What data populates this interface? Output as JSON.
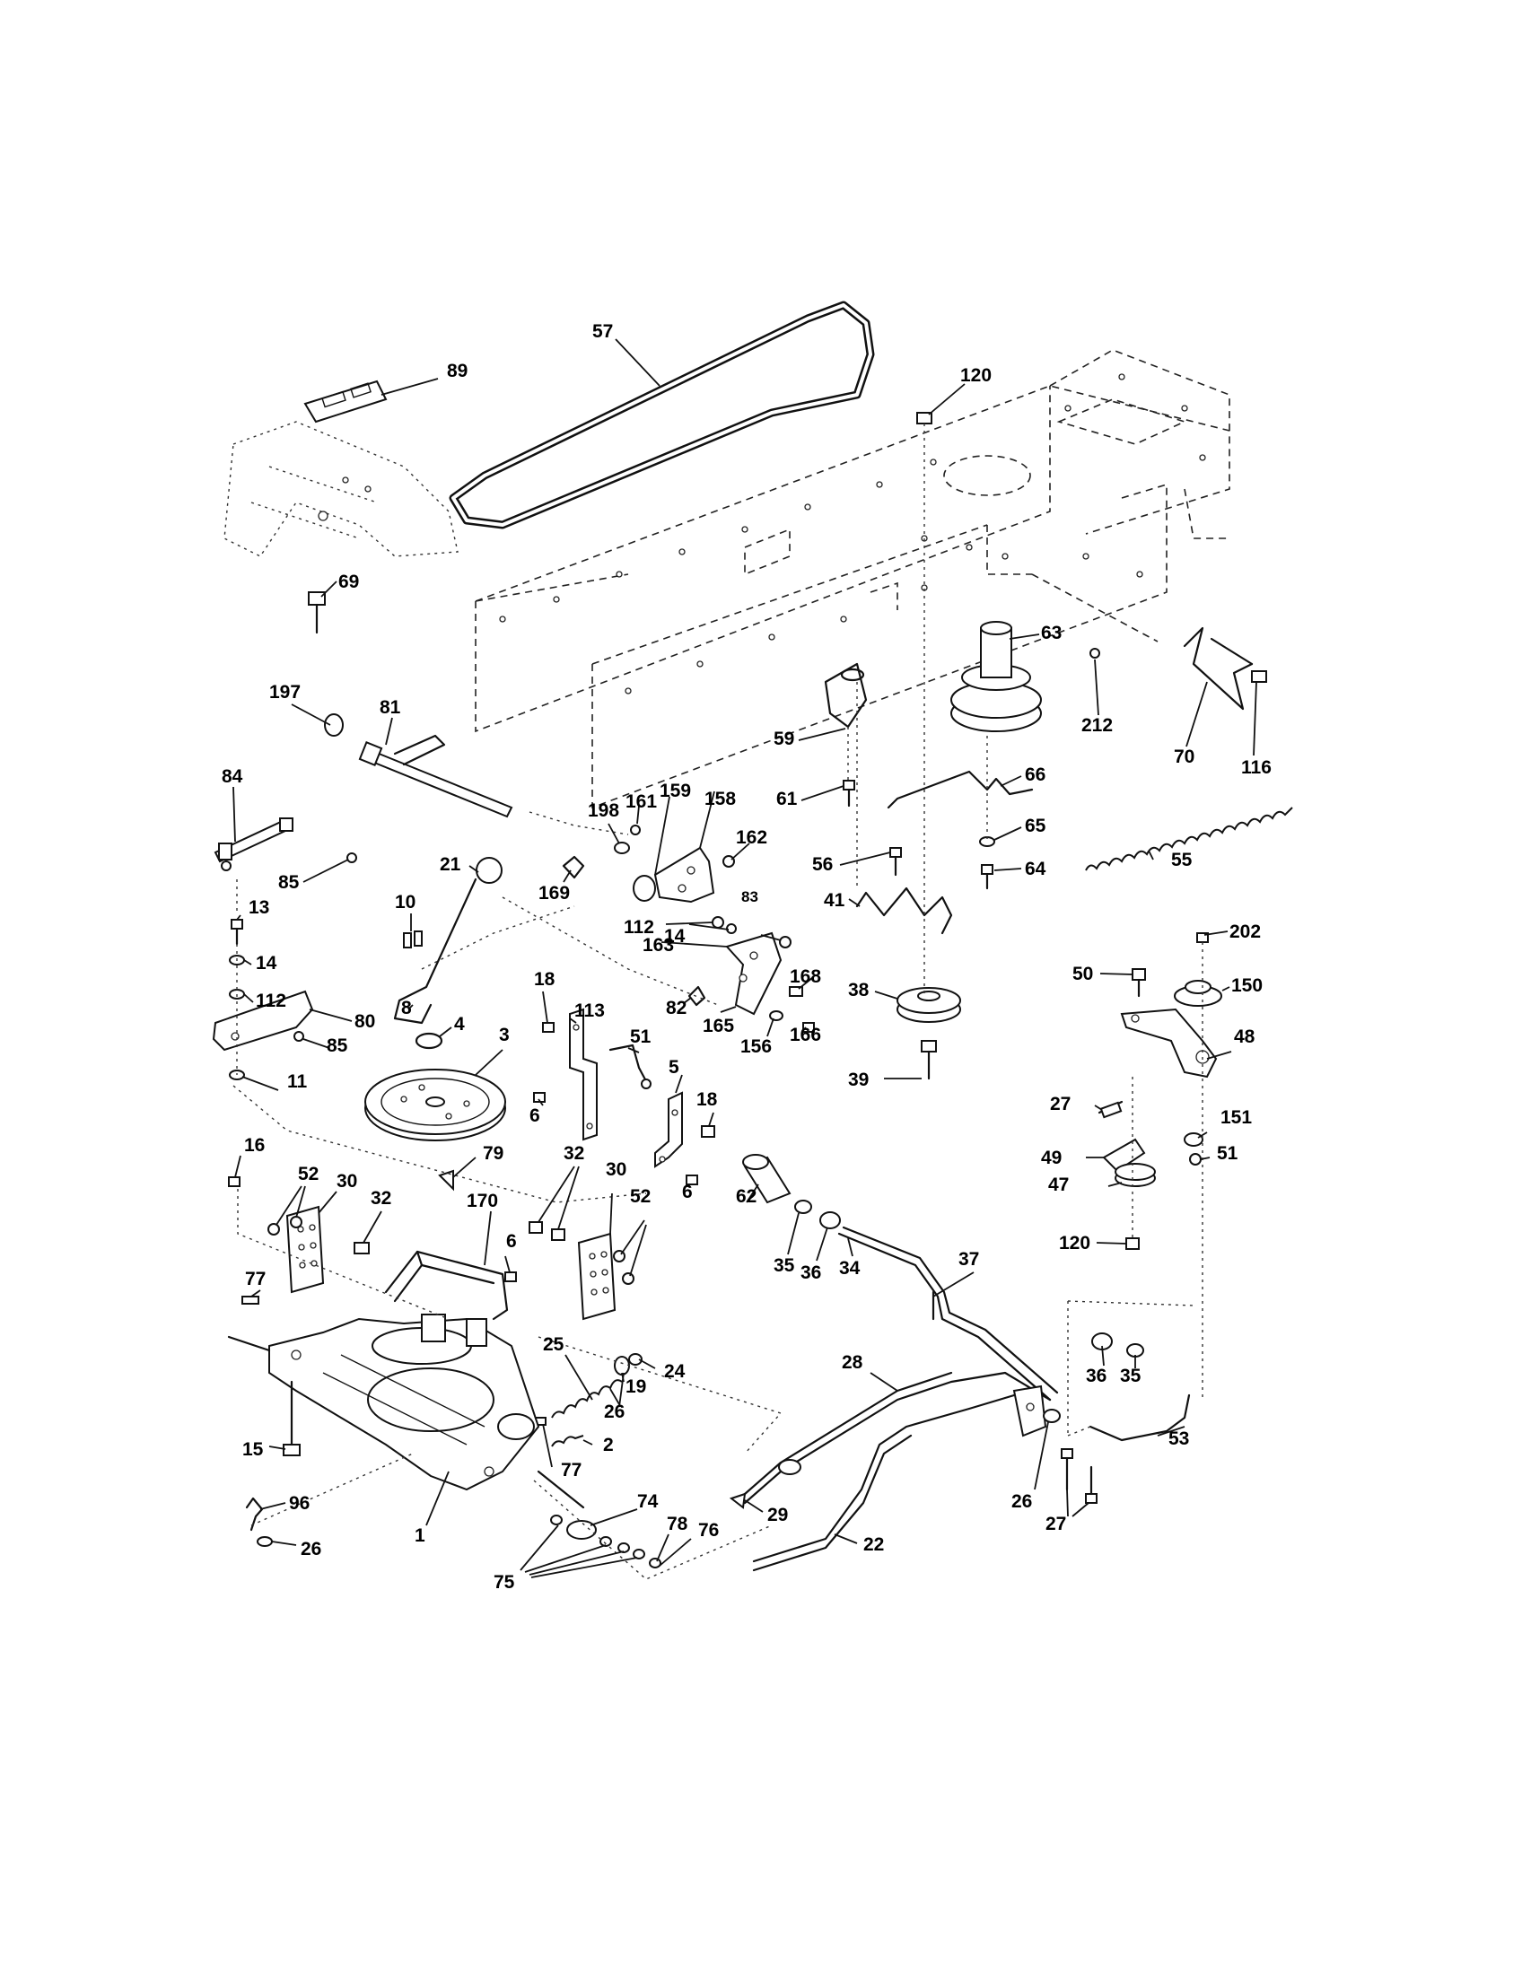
{
  "diagram": {
    "callouts": [
      {
        "id": "c57",
        "text": "57"
      },
      {
        "id": "c89",
        "text": "89"
      },
      {
        "id": "c120a",
        "text": "120"
      },
      {
        "id": "c69",
        "text": "69"
      },
      {
        "id": "c63",
        "text": "63"
      },
      {
        "id": "c212",
        "text": "212"
      },
      {
        "id": "c70",
        "text": "70"
      },
      {
        "id": "c116",
        "text": "116"
      },
      {
        "id": "c197",
        "text": "197"
      },
      {
        "id": "c81",
        "text": "81"
      },
      {
        "id": "c59",
        "text": "59"
      },
      {
        "id": "c61",
        "text": "61"
      },
      {
        "id": "c66",
        "text": "66"
      },
      {
        "id": "c65",
        "text": "65"
      },
      {
        "id": "c55",
        "text": "55"
      },
      {
        "id": "c64",
        "text": "64"
      },
      {
        "id": "c84",
        "text": "84"
      },
      {
        "id": "c198",
        "text": "198"
      },
      {
        "id": "c161",
        "text": "161"
      },
      {
        "id": "c159",
        "text": "159"
      },
      {
        "id": "c158",
        "text": "158"
      },
      {
        "id": "c162",
        "text": "162"
      },
      {
        "id": "c56",
        "text": "56"
      },
      {
        "id": "c85a",
        "text": "85"
      },
      {
        "id": "c21",
        "text": "21"
      },
      {
        "id": "c169",
        "text": "169"
      },
      {
        "id": "c112a",
        "text": "112"
      },
      {
        "id": "c83",
        "text": "83"
      },
      {
        "id": "c41",
        "text": "41"
      },
      {
        "id": "c14a",
        "text": "14"
      },
      {
        "id": "c10",
        "text": "10"
      },
      {
        "id": "c13",
        "text": "13"
      },
      {
        "id": "c163",
        "text": "163"
      },
      {
        "id": "c202",
        "text": "202"
      },
      {
        "id": "c14b",
        "text": "14"
      },
      {
        "id": "c168",
        "text": "168"
      },
      {
        "id": "c112b",
        "text": "112"
      },
      {
        "id": "c50",
        "text": "50"
      },
      {
        "id": "c150",
        "text": "150"
      },
      {
        "id": "c18a",
        "text": "18"
      },
      {
        "id": "c113",
        "text": "113"
      },
      {
        "id": "c38",
        "text": "38"
      },
      {
        "id": "c8",
        "text": "8"
      },
      {
        "id": "c82",
        "text": "82"
      },
      {
        "id": "c80",
        "text": "80"
      },
      {
        "id": "c4",
        "text": "4"
      },
      {
        "id": "c165",
        "text": "165"
      },
      {
        "id": "c166",
        "text": "166"
      },
      {
        "id": "c48",
        "text": "48"
      },
      {
        "id": "c51a",
        "text": "51"
      },
      {
        "id": "c156",
        "text": "156"
      },
      {
        "id": "c85b",
        "text": "85"
      },
      {
        "id": "c3",
        "text": "3"
      },
      {
        "id": "c39",
        "text": "39"
      },
      {
        "id": "c5",
        "text": "5"
      },
      {
        "id": "c11",
        "text": "11"
      },
      {
        "id": "c27a",
        "text": "27"
      },
      {
        "id": "c18b",
        "text": "18"
      },
      {
        "id": "c6a",
        "text": "6"
      },
      {
        "id": "c151",
        "text": "151"
      },
      {
        "id": "c16",
        "text": "16"
      },
      {
        "id": "c79",
        "text": "79"
      },
      {
        "id": "c49",
        "text": "49"
      },
      {
        "id": "c51b",
        "text": "51"
      },
      {
        "id": "c32a",
        "text": "32"
      },
      {
        "id": "c52a",
        "text": "52"
      },
      {
        "id": "c30a",
        "text": "30"
      },
      {
        "id": "c30b",
        "text": "30"
      },
      {
        "id": "c47",
        "text": "47"
      },
      {
        "id": "c32b",
        "text": "32"
      },
      {
        "id": "c52b",
        "text": "52"
      },
      {
        "id": "c6b",
        "text": "6"
      },
      {
        "id": "c62",
        "text": "62"
      },
      {
        "id": "c170",
        "text": "170"
      },
      {
        "id": "c120b",
        "text": "120"
      },
      {
        "id": "c35a",
        "text": "35"
      },
      {
        "id": "c36a",
        "text": "36"
      },
      {
        "id": "c37",
        "text": "37"
      },
      {
        "id": "c6c",
        "text": "6"
      },
      {
        "id": "c34",
        "text": "34"
      },
      {
        "id": "c77a",
        "text": "77"
      },
      {
        "id": "c25",
        "text": "25"
      },
      {
        "id": "c24",
        "text": "24"
      },
      {
        "id": "c36b",
        "text": "36"
      },
      {
        "id": "c35b",
        "text": "35"
      },
      {
        "id": "c28",
        "text": "28"
      },
      {
        "id": "c19",
        "text": "19"
      },
      {
        "id": "c26a",
        "text": "26"
      },
      {
        "id": "c53",
        "text": "53"
      },
      {
        "id": "c15",
        "text": "15"
      },
      {
        "id": "c2",
        "text": "2"
      },
      {
        "id": "c77b",
        "text": "77"
      },
      {
        "id": "c96",
        "text": "96"
      },
      {
        "id": "c29",
        "text": "29"
      },
      {
        "id": "c74",
        "text": "74"
      },
      {
        "id": "c22",
        "text": "22"
      },
      {
        "id": "c26b",
        "text": "26"
      },
      {
        "id": "c78",
        "text": "78"
      },
      {
        "id": "c76",
        "text": "76"
      },
      {
        "id": "c27b",
        "text": "27"
      },
      {
        "id": "c26c",
        "text": "26"
      },
      {
        "id": "c1",
        "text": "1"
      },
      {
        "id": "c75",
        "text": "75"
      }
    ]
  },
  "colors": {
    "ink": "#111111",
    "paper": "#ffffff"
  }
}
